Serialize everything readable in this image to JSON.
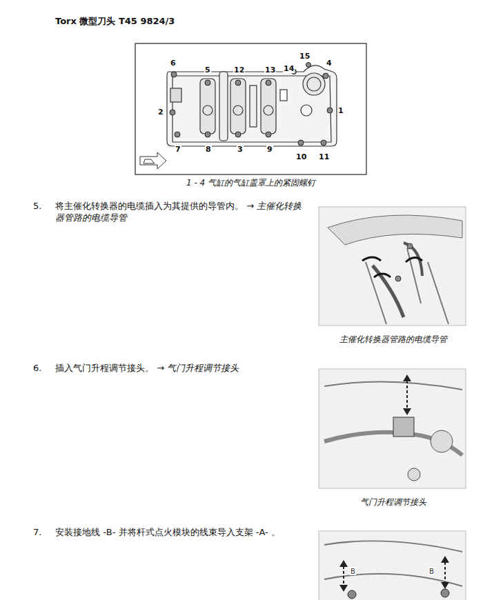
{
  "diagram": {
    "title": "Torx 微型刀头 T45 9824/3",
    "caption": "1 - 4 气缸的气缸盖罩上的紧固螺钉",
    "labels": [
      "6",
      "5",
      "12",
      "13",
      "15",
      "14",
      "4",
      "2",
      "1",
      "7",
      "8",
      "3",
      "9",
      "10",
      "11",
      "5.",
      "将主催化转换器的电缆插入为其提供的导管内。",
      "→ 主催化转换器管路的电缆导管",
      "主催化转换器管路的电缆导管",
      "6.",
      "插入气门升程调节接头。",
      "→ 气门升程调节接头",
      "气门升程调节接头",
      "7.",
      "安装接地线 -B- 并将杆式点火模块的线束导入支架 -A- 。",
      "B",
      "B"
    ]
  }
}
